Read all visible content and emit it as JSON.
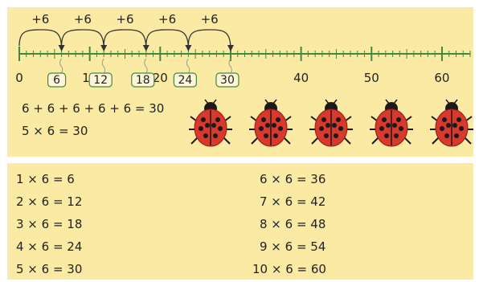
{
  "jump_label": "+6",
  "jump_count": 5,
  "jump_size": 6,
  "number_line": {
    "min": 0,
    "max": 64,
    "tick_labels": [
      "0",
      "10",
      "20",
      "40",
      "50",
      "60"
    ],
    "tick_values": [
      0,
      10,
      20,
      40,
      50,
      60
    ]
  },
  "boxed_numbers": [
    "6",
    "12",
    "18",
    "24",
    "30"
  ],
  "equations": {
    "repeated_addition": "6 + 6 + 6 + 6 + 6 = 30",
    "multiplication": "5 × 6 = 30"
  },
  "ladybug_count": 5,
  "colors": {
    "panel": "#fbeaa4",
    "line": "#3f8a3f",
    "ladybug_red": "#d8392c",
    "spot": "#1a1a1a",
    "box_border": "#3f8a3f"
  },
  "times_table": {
    "left": [
      "1 × 6 =   6",
      "2 × 6 = 12",
      "3 × 6 = 18",
      "4 × 6 = 24",
      "5 × 6 = 30"
    ],
    "right": [
      "6 × 6 = 36",
      "7 × 6 = 42",
      "8 × 6 = 48",
      "9 × 6 = 54",
      "10 × 6 = 60"
    ]
  }
}
